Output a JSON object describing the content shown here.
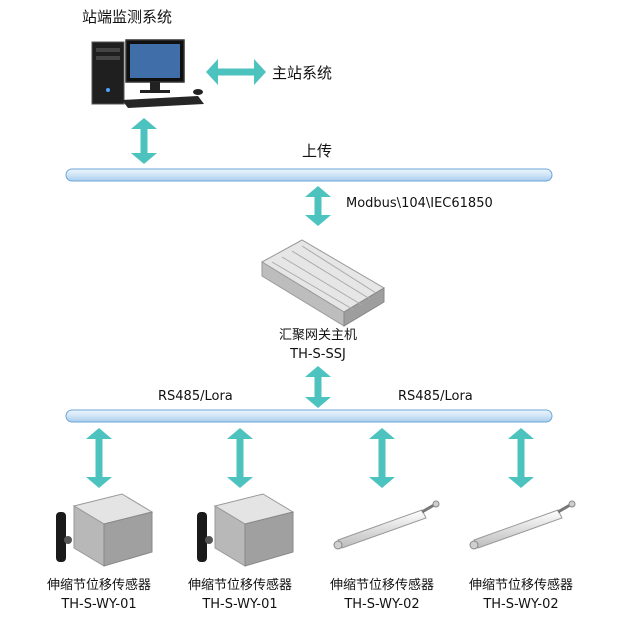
{
  "title": "站端监测系统",
  "master_system": "主站系统",
  "bus_top_label": "上传",
  "protocol_label": "Modbus\\104\\IEC61850",
  "gateway": {
    "name": "汇聚网关主机",
    "model": "TH-S-SSJ"
  },
  "bus_bottom_labels": [
    "RS485/Lora",
    "RS485/Lora"
  ],
  "sensors": [
    {
      "name": "伸缩节位移传感器",
      "model": "TH-S-WY-01"
    },
    {
      "name": "伸缩节位移传感器",
      "model": "TH-S-WY-01"
    },
    {
      "name": "伸缩节位移传感器",
      "model": "TH-S-WY-02"
    },
    {
      "name": "伸缩节位移传感器",
      "model": "TH-S-WY-02"
    }
  ],
  "colors": {
    "arrow": "#4cc3be",
    "bus_fill": "#d3e8f8",
    "bus_stroke": "#6ea6d6"
  }
}
